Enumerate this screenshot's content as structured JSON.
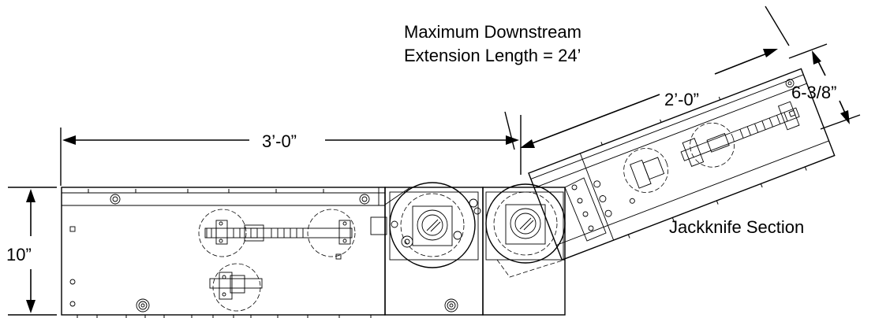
{
  "labels": {
    "title_line1": "Maximum Downstream",
    "title_line2": "Extension Length = 24’",
    "dim_jack_length": "2’-0”",
    "dim_jack_width": "6-3/8”",
    "dim_main_length": "3’-0”",
    "dim_height": "10”",
    "jackknife_section": "Jackknife Section"
  }
}
